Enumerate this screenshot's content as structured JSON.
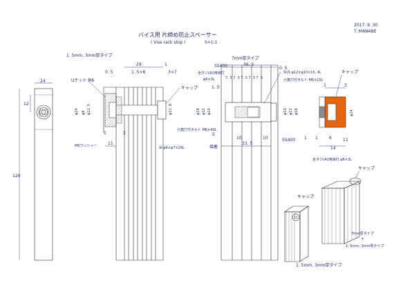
{
  "header": {
    "date": "2017. 9. 30",
    "author": "T. MANABE",
    "title": "バイス用  片締め防止スペーサー",
    "subtitle": "( Vise rack stop )",
    "scale": "S=1:1"
  },
  "labels": {
    "thickness_type_a": "1. 5mm, 3mm厚タイプ",
    "thickness_type_b": "7mm厚タイプ",
    "cap_1": "キャップ",
    "cap_2": "キャップ",
    "cap_3": "キャップ",
    "cap_4": "キャップ",
    "u_nut": "Uナット  M6",
    "hex_bolt_1": "六角穴付ボルト  M6×40L",
    "hex_bolt_2": "六角穴付ボルト  M6×15L",
    "washer": "M6ワッシャー",
    "al_pipe": "Al   φ6×φ7×29L",
    "alu_tube_1": "全ネジ(Al)用目打",
    "alu_tube_1b": "φ6×3L",
    "alu_tube_2": "全ネジ(Al)用目打   φ6×3L",
    "sus": "SUS  φ12×φ10×15. 4L",
    "ss400_1": "SS400",
    "ss400_2": "SS400",
    "fixed": "接着",
    "iso_type_b": "7mm厚タイプ",
    "iso_plus": "+",
    "iso_type_a": "1. 5mm, 3mm厚タイプ",
    "iso_type_a2": "1. 5mm, 3mm厚タイプ"
  },
  "dimensions": {
    "d24": "24",
    "d12": "12",
    "d120": "120",
    "d29": "29",
    "d1": "1",
    "d05a": "0. 5",
    "d1_5x8": "1. 5×8",
    "d3x7": "3×7",
    "d11a": "11",
    "d2": "2",
    "d1a": "1",
    "phi24": "φ24",
    "phi9": "φ9",
    "phi12_5": "φ12. 5",
    "phi11_8": "φ11. 8",
    "d36_5": "36. 5",
    "d05b": "0. 5",
    "seq7": "7. 3 7. 3 7. 3 7. 3 7. 3",
    "d1_5": "1. 5",
    "d5": "5",
    "d10a": "10",
    "d33_5": "33. 5",
    "d10b": "10",
    "phi18a": "φ18",
    "phi12a": "φ12",
    "phi10a": "φ10",
    "phi10b": "φ10",
    "phi12b": "φ12",
    "phi18b": "φ18",
    "d1b": "1",
    "d3": "3",
    "phi24b": "φ24",
    "d6": "6",
    "d14": "14",
    "d11b": "11",
    "d1c": "1",
    "d1d": "1"
  },
  "colors": {
    "line": "#2b2b2b",
    "dim": "#2f3f8f",
    "cap_orange": "#e8650f",
    "hatch_gray": "#8c8c8c"
  }
}
